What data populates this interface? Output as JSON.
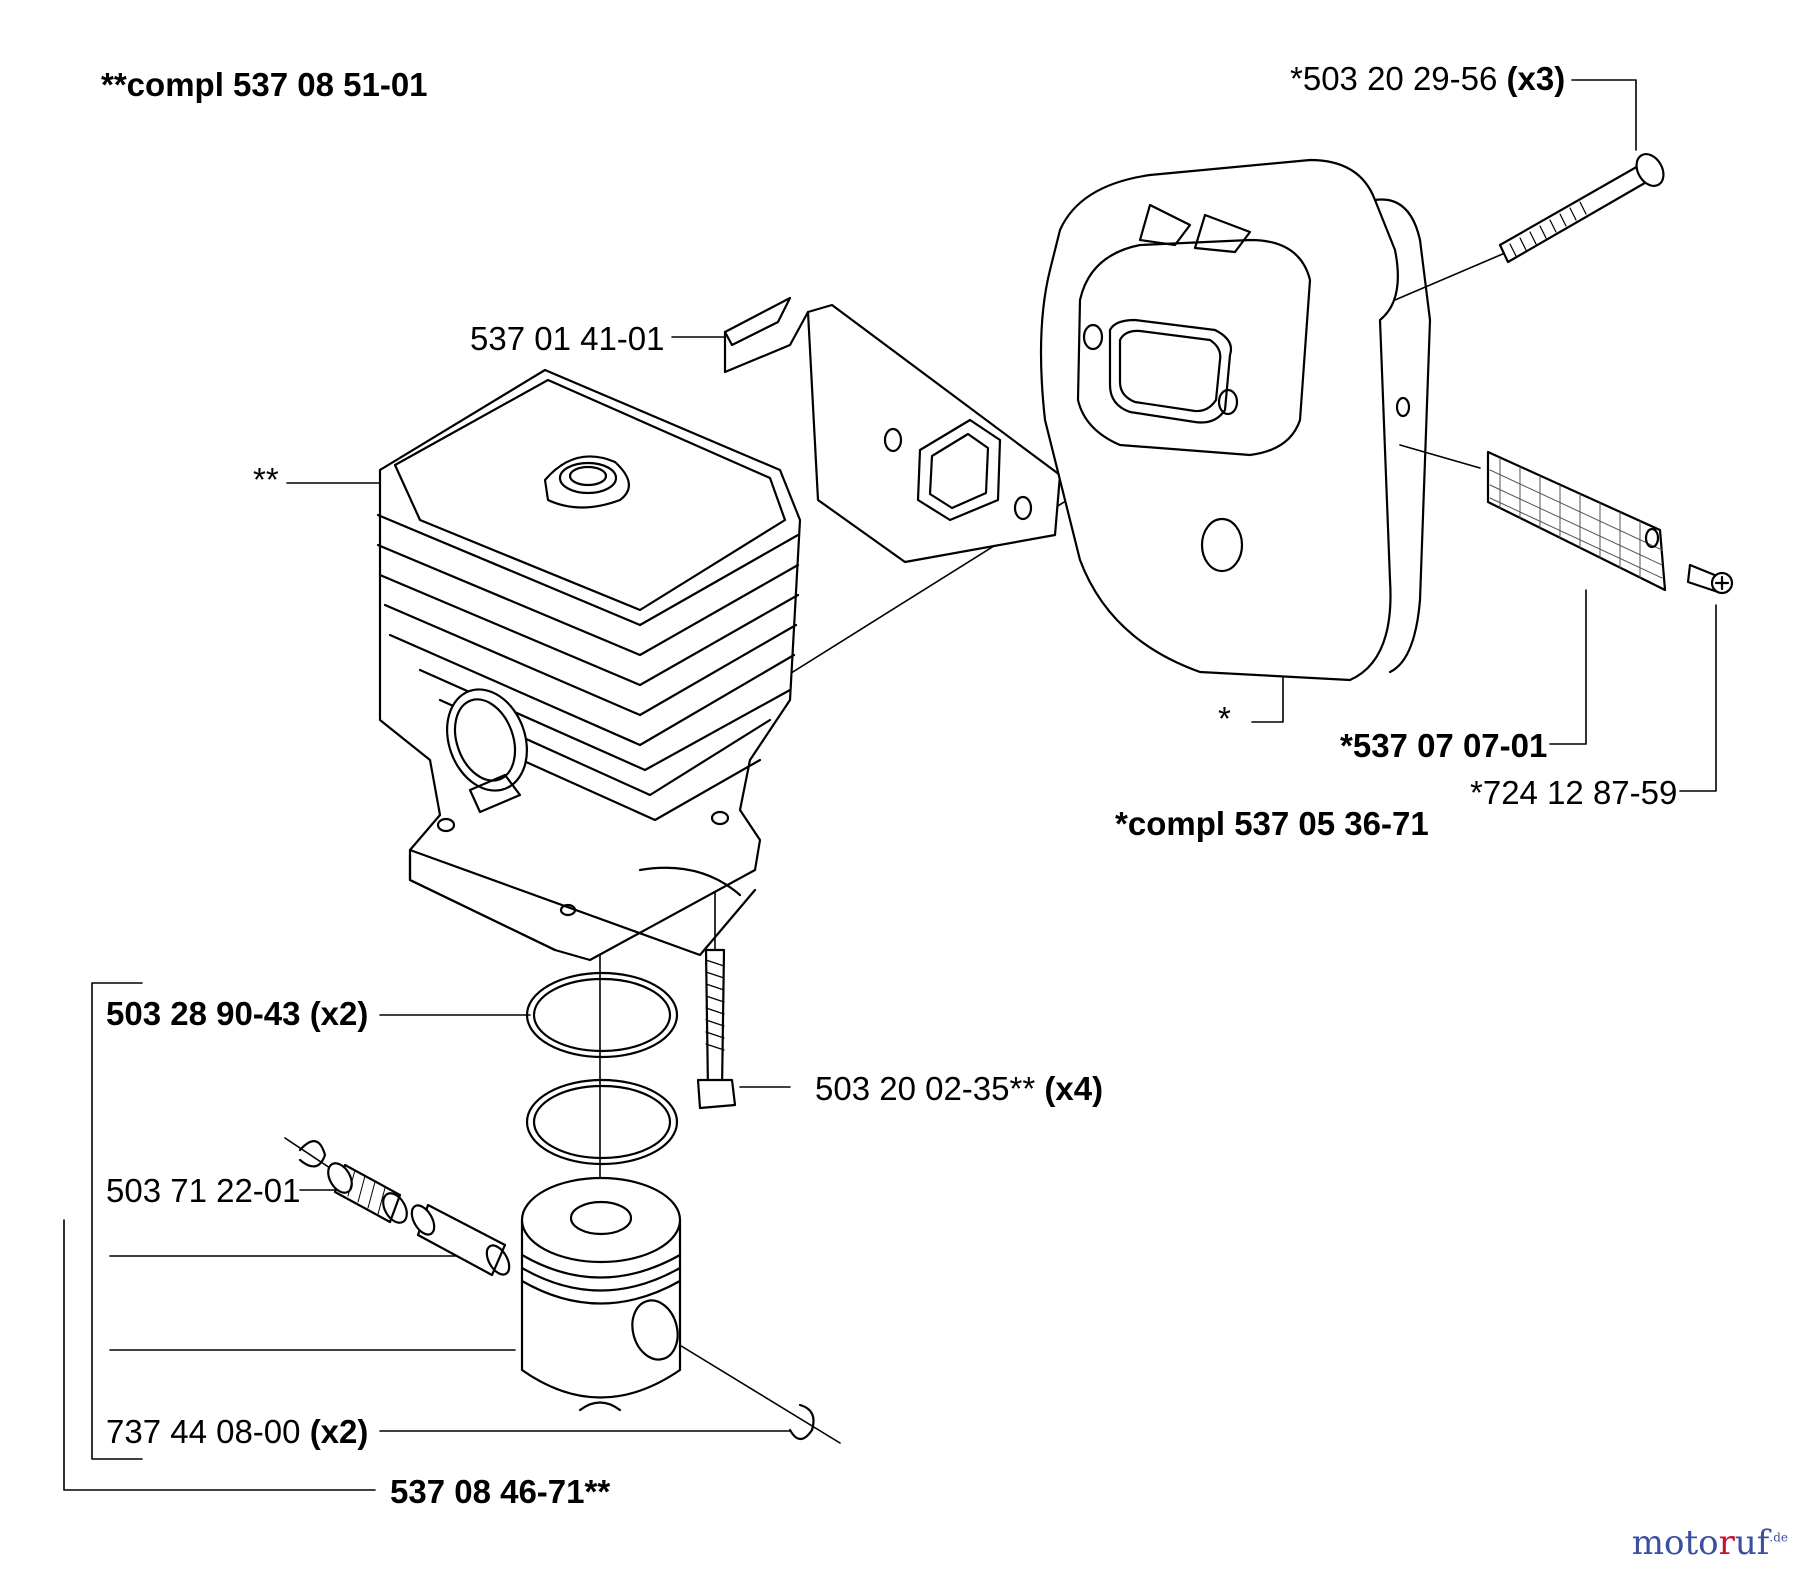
{
  "header": {
    "assembly_cylinder": "**compl 537 08 51-01"
  },
  "labels": {
    "bolt_long_part": "*503 20 29-56",
    "bolt_long_qty": "(x3)",
    "bracket": "537 01 41-01",
    "cylinder_marker": "**",
    "muffler_marker": "*",
    "screen": "*537 07 07-01",
    "screw_small": "*724 12 87-59",
    "muffler_assembly": "*compl 537 05 36-71",
    "rings_part": "503 28 90-43",
    "rings_qty": "(x2)",
    "cyl_bolt_part": "503 20 02-35**",
    "cyl_bolt_qty": "(x4)",
    "bearing": "503 71 22-01",
    "circlip_part": "737 44 08-00",
    "circlip_qty": "(x2)",
    "piston_assembly": "537 08 46-71**"
  },
  "watermark": {
    "main": "moto",
    "accent": "r",
    "end": "uf",
    "suffix": ".de"
  }
}
